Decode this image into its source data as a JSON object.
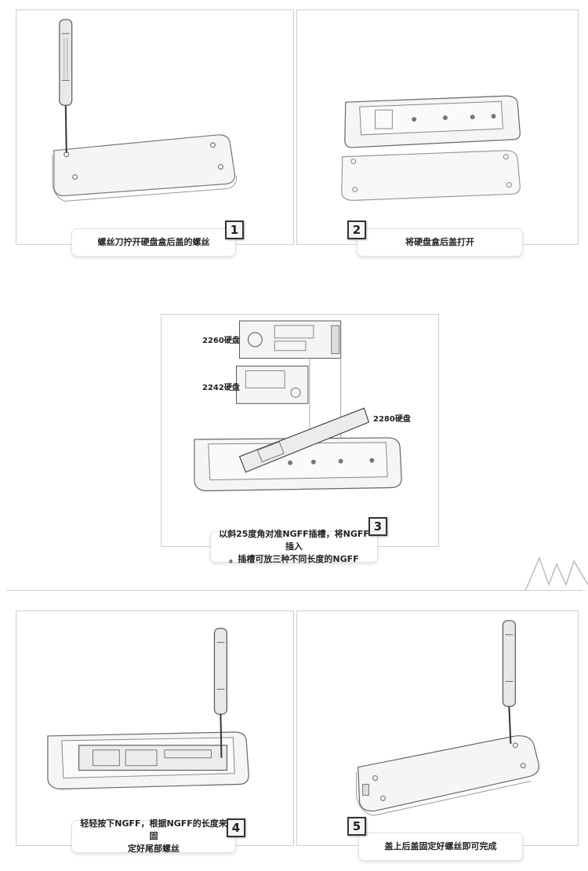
{
  "steps": [
    {
      "number": "1",
      "caption_lines": [
        "螺丝刀拧开硬盘盒后盖的螺丝"
      ]
    },
    {
      "number": "2",
      "caption_lines": [
        "将硬盘盒后盖打开"
      ]
    },
    {
      "number": "3",
      "caption_lines": [
        "以斜25度角对准NGFF插槽，将NGFF插入",
        "。插槽可放三种不同长度的NGFF"
      ]
    },
    {
      "number": "4",
      "caption_lines": [
        "轻轻按下NGFF，根据NGFF的长度来固",
        "定好尾部螺丝"
      ]
    },
    {
      "number": "5",
      "caption_lines": [
        "盖上后盖固定好螺丝即可完成"
      ]
    }
  ],
  "ssd_labels": {
    "label_2260": "2260硬盘",
    "label_2242": "2242硬盘",
    "label_2280": "2280硬盘"
  },
  "colors": {
    "line": "#555555",
    "light_line": "#aaaaaa",
    "fill": "#f3f3f3"
  }
}
